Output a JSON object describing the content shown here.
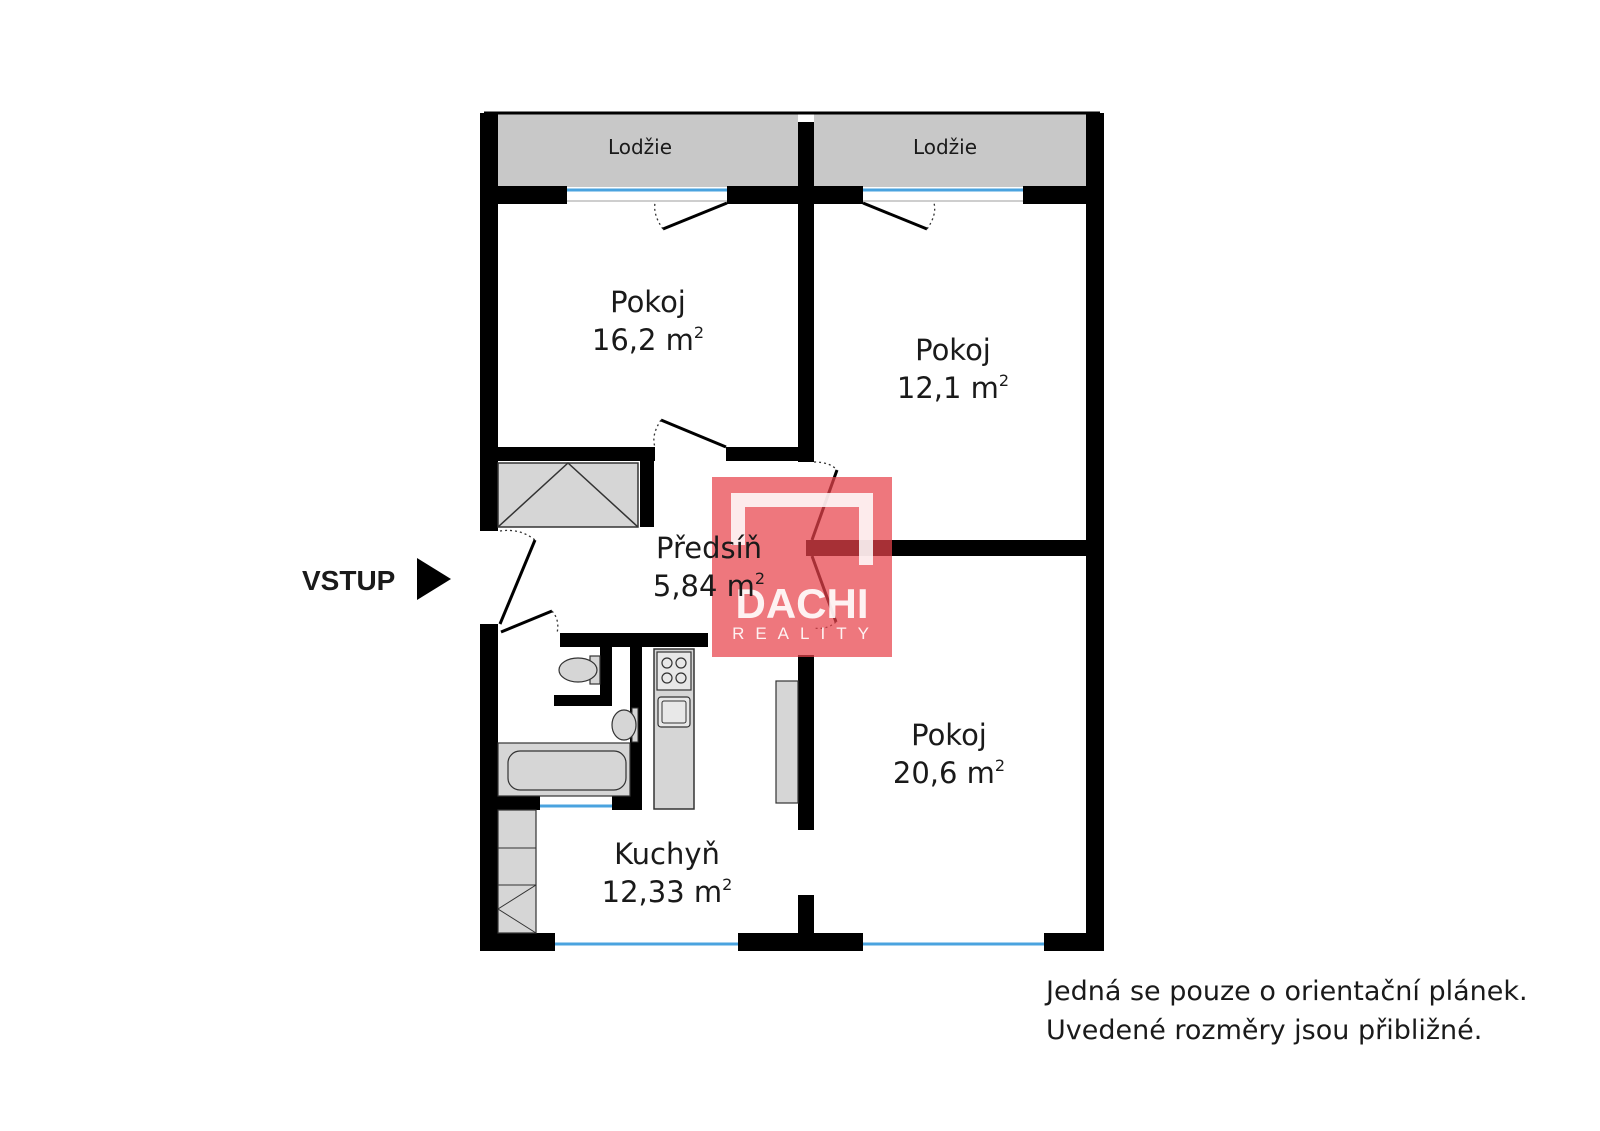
{
  "rooms": {
    "loggia_left": {
      "name": "Lodžie"
    },
    "loggia_right": {
      "name": "Lodžie"
    },
    "room1": {
      "name": "Pokoj",
      "area": "16,2 m",
      "unit_sup": "2"
    },
    "room2": {
      "name": "Pokoj",
      "area": "12,1 m",
      "unit_sup": "2"
    },
    "hallway": {
      "name": "Předsíň",
      "area": "5,84 m",
      "unit_sup": "2"
    },
    "room3": {
      "name": "Pokoj",
      "area": "20,6 m",
      "unit_sup": "2"
    },
    "kitchen": {
      "name": "Kuchyň",
      "area": "12,33 m",
      "unit_sup": "2"
    }
  },
  "entrance": {
    "label": "VSTUP"
  },
  "watermark": {
    "brand": "DACHI",
    "sub": "REALITY"
  },
  "disclaimer": {
    "line1": "Jedná se pouze o orientační plánek.",
    "line2": "Uvedené rozměry jsou přibližné."
  },
  "colors": {
    "wall": "#000000",
    "loggia_fill": "#c8c8c8",
    "fixture_fill": "#d6d6d6",
    "window": "#4aa3df",
    "watermark": "#e8424b"
  }
}
